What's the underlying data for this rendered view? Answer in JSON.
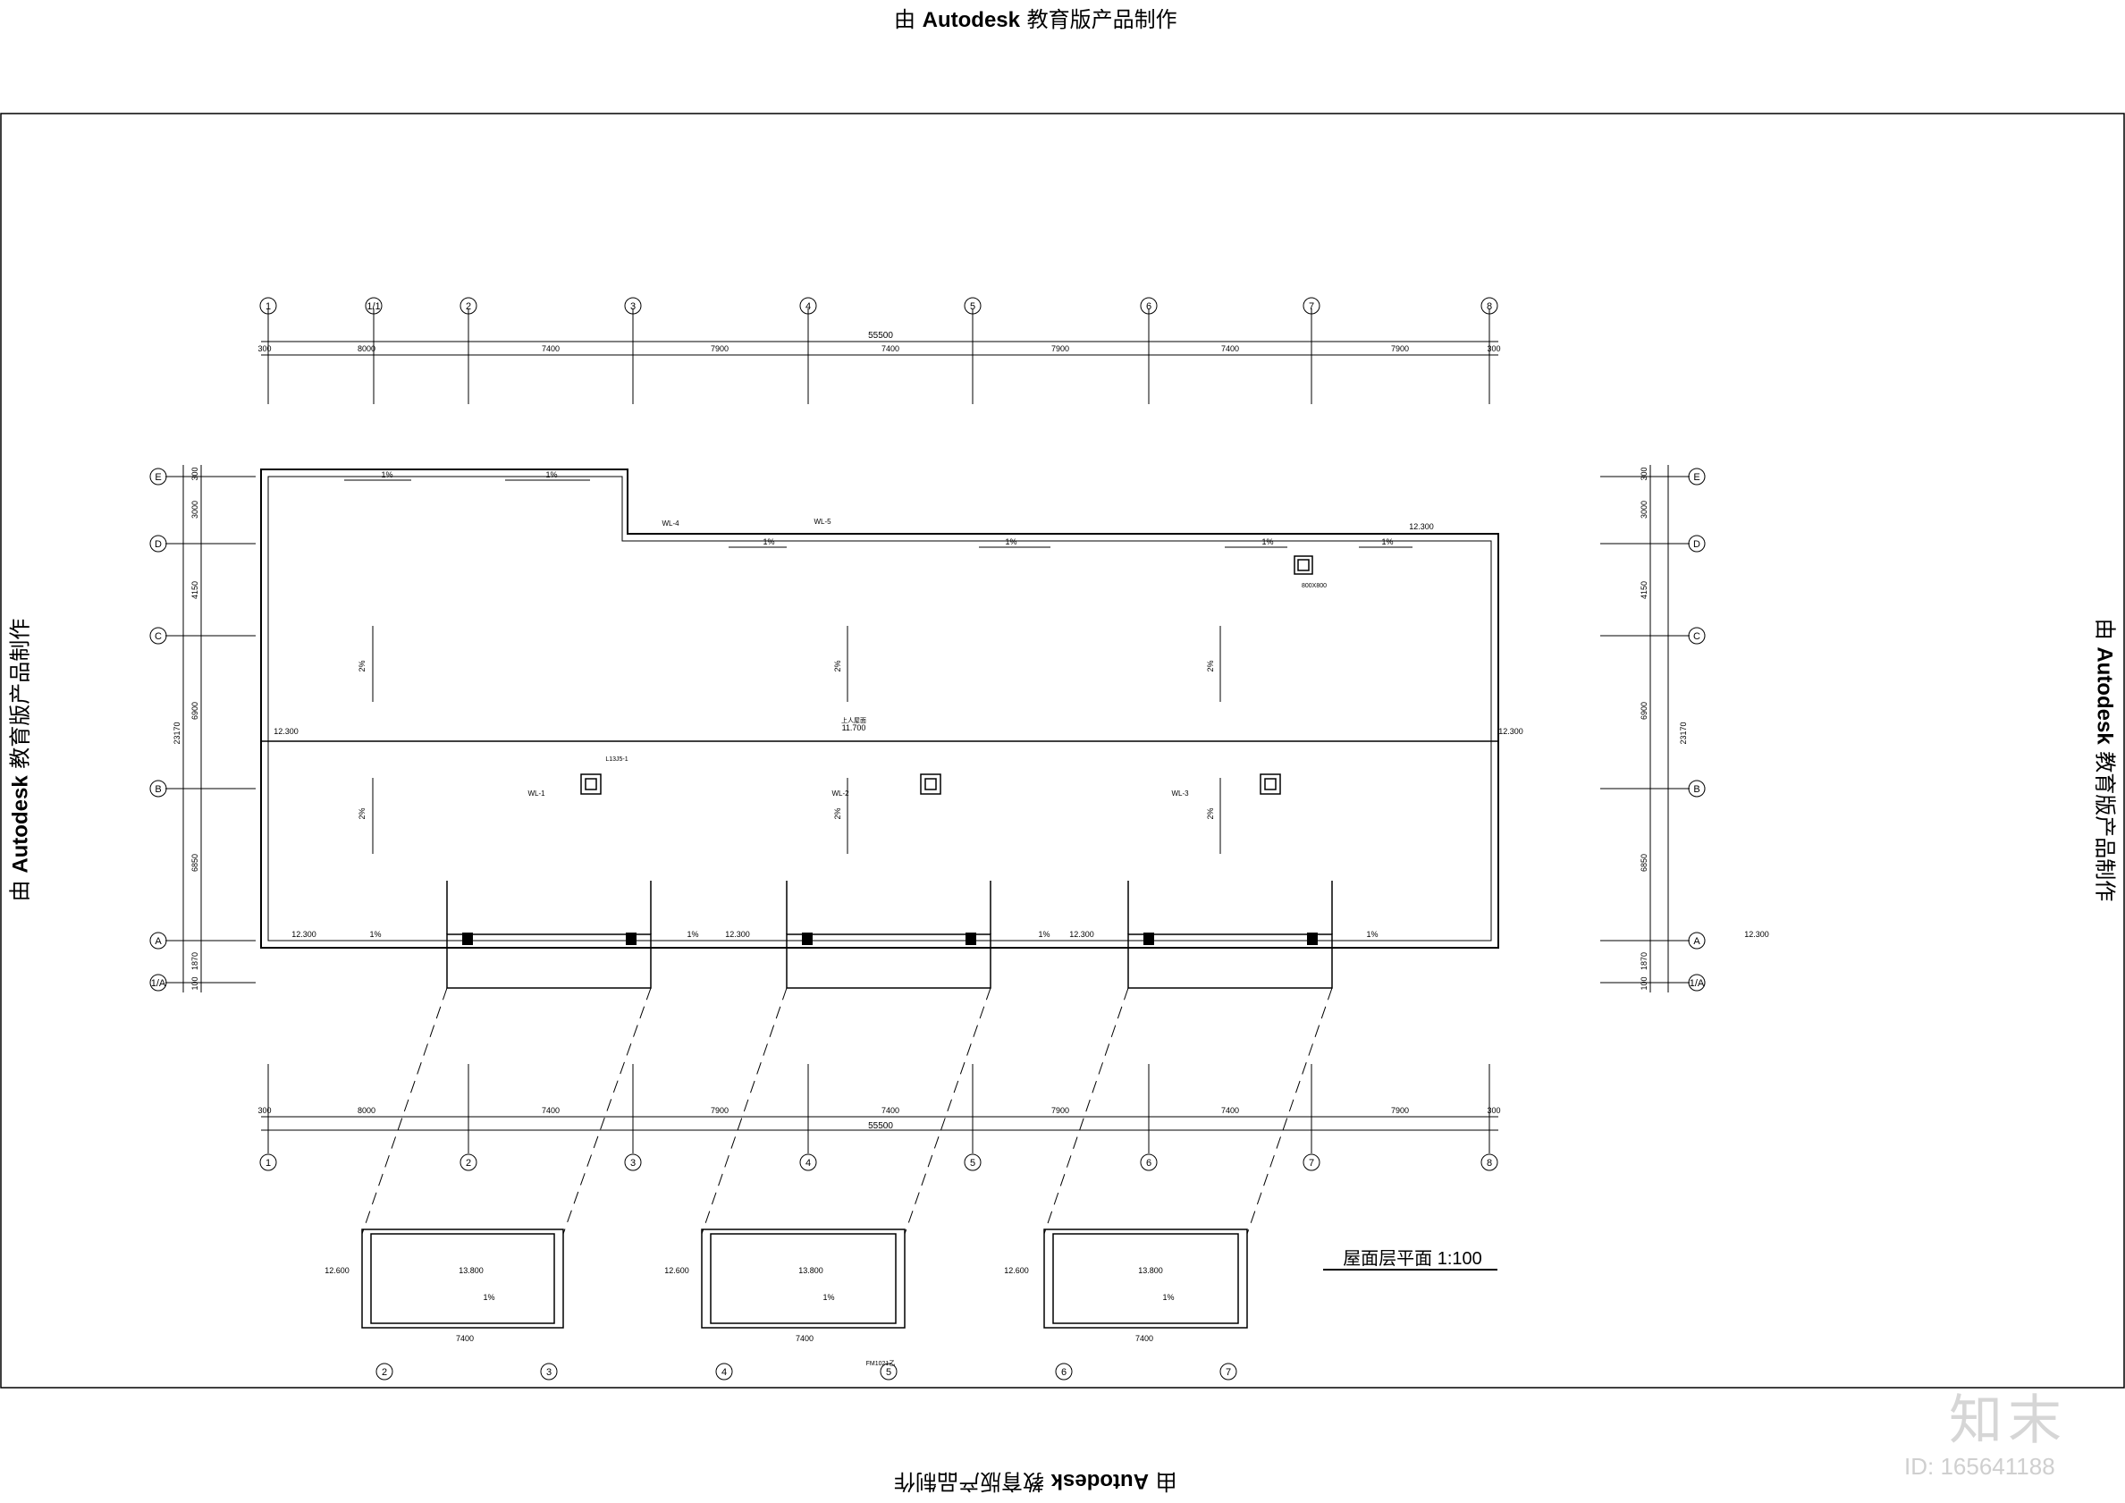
{
  "watermark": {
    "prefix": "由 ",
    "brand": "Autodesk",
    "suffix": " 教育版产品制作"
  },
  "drawing": {
    "title": "屋面层平面 1:100",
    "axes_top": [
      "1",
      "1/1",
      "2",
      "3",
      "4",
      "5",
      "6",
      "7",
      "8"
    ],
    "axes_bottom": [
      "1",
      "2",
      "3",
      "4",
      "5",
      "6",
      "7",
      "8"
    ],
    "axes_rows": [
      "E",
      "D",
      "C",
      "B",
      "A",
      "1/A"
    ],
    "dims_top_total": "55500",
    "dims_top": [
      "300",
      "8000",
      "7400",
      "7900",
      "7400",
      "7900",
      "7400",
      "7900",
      "300"
    ],
    "dims_bottom_total": "55500",
    "dims_bottom": [
      "300",
      "8000",
      "7400",
      "7900",
      "7400",
      "7900",
      "7400",
      "7900",
      "300"
    ],
    "dims_side": [
      "300",
      "3000",
      "4150",
      "6900",
      "6850",
      "1870",
      "100"
    ],
    "dims_side_total": "23170",
    "elevations": {
      "roof_edge": "12.300",
      "ridge": "11.700",
      "sub_roof_low": "12.600",
      "sub_roof_high": "13.800"
    },
    "slopes": [
      "1%",
      "2%"
    ],
    "labels": {
      "wl1": "WL-1",
      "wl2": "WL-2",
      "wl3": "WL-3",
      "wl4": "WL-4",
      "wl5": "WL-5",
      "hatch": "800X800",
      "upper": "上人屋面",
      "detail_ref": "L13J5-1",
      "door": "FM1021乙"
    },
    "sub_dims": [
      "7400",
      "7400",
      "7400"
    ],
    "sub_axes": [
      [
        "2",
        "3"
      ],
      [
        "4",
        "5"
      ],
      [
        "6",
        "7"
      ]
    ]
  },
  "logo": {
    "text": "知末",
    "id": "ID: 165641188"
  }
}
